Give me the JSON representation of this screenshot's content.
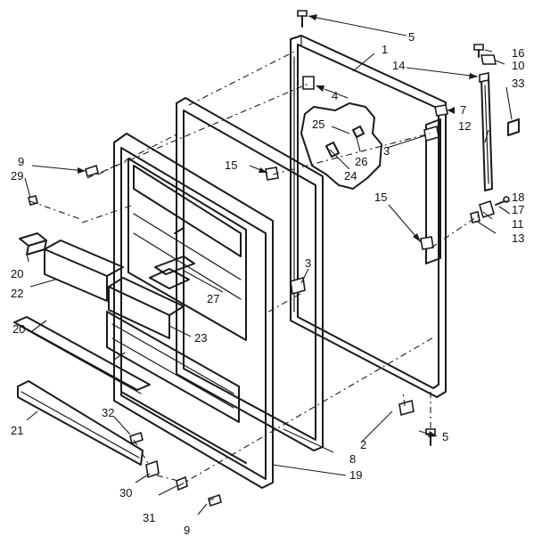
{
  "callouts": {
    "c1": "1",
    "c2": "2",
    "c3a": "3",
    "c3b": "3",
    "c4": "4",
    "c5a": "5",
    "c5b": "5",
    "c7": "7",
    "c8": "8",
    "c9a": "9",
    "c9b": "9",
    "c10": "10",
    "c11": "11",
    "c12": "12",
    "c13": "13",
    "c14": "14",
    "c15a": "15",
    "c15b": "15",
    "c16": "16",
    "c17": "17",
    "c18": "18",
    "c19": "19",
    "c20a": "20",
    "c20b": "20",
    "c21": "21",
    "c22": "22",
    "c23": "23",
    "c24": "24",
    "c25": "25",
    "c26": "26",
    "c27": "27",
    "c29": "29",
    "c30": "30",
    "c31": "31",
    "c32": "32",
    "c33": "33"
  }
}
